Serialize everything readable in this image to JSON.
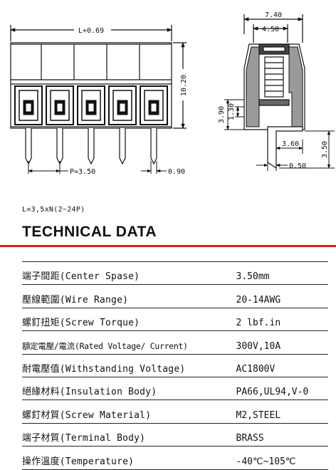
{
  "drawing": {
    "dim_length": "L+0.69",
    "dim_height": "10.20",
    "dim_pitch": "P=3.50",
    "dim_pin": "0.90",
    "dim_width": "7.40",
    "dim_opening": "4.50",
    "dim_side_a": "3.90",
    "dim_side_b": "1.30",
    "dim_foot": "3.60",
    "dim_foot_pin": "0.50",
    "dim_pin_len": "3.50"
  },
  "formula": "L=3,5xN(2~24P)",
  "heading": "TECHNICAL DATA",
  "specs": [
    {
      "label": "端子間距(Center Spase)",
      "value": "3.50mm"
    },
    {
      "label": "壓線範圍(Wire Range)",
      "value": "20-14AWG"
    },
    {
      "label": "螺釘扭矩(Screw Torque)",
      "value": "2 lbf.in"
    },
    {
      "label": "額定電壓/電流(Rated Voltage/ Current)",
      "value": "300V,10A"
    },
    {
      "label": "耐電壓值(Withstanding Voltage)",
      "value": "AC1800V"
    },
    {
      "label": "絕緣材料(Insulation Body)",
      "value": "PA66,UL94,V-0"
    },
    {
      "label": "螺釘材質(Screw Material)",
      "value": "M2,STEEL"
    },
    {
      "label": "端子材質(Terminal Body)",
      "value": "BRASS"
    },
    {
      "label": "操作溫度(Temperature)",
      "value": "-40℃~105℃"
    }
  ]
}
